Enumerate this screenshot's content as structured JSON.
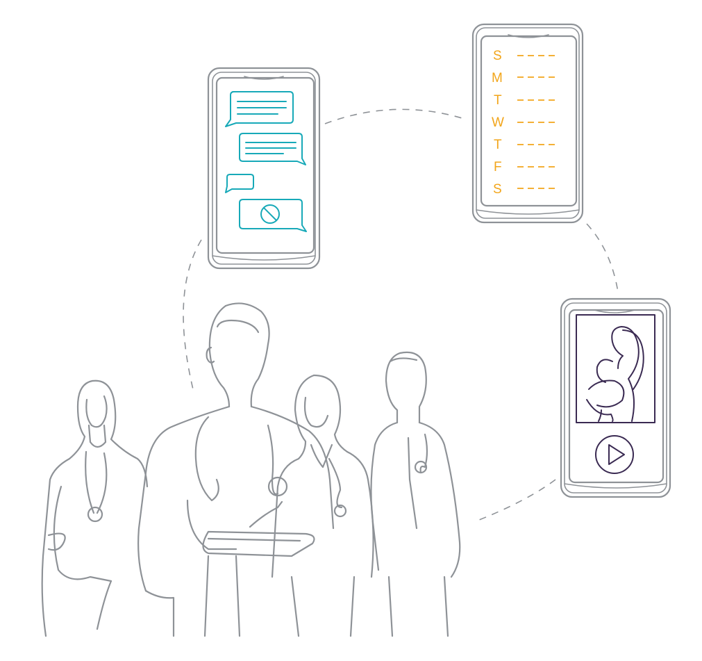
{
  "calendar": {
    "days": [
      "S",
      "M",
      "T",
      "W",
      "T",
      "F",
      "S"
    ],
    "color": "#f2a51a"
  },
  "colors": {
    "line_art": "#8e9297",
    "chat_accent": "#17a9b8",
    "video_accent": "#3a2a52"
  },
  "icons": {
    "chat_block": "no-symbol-icon",
    "video_play": "play-icon"
  }
}
